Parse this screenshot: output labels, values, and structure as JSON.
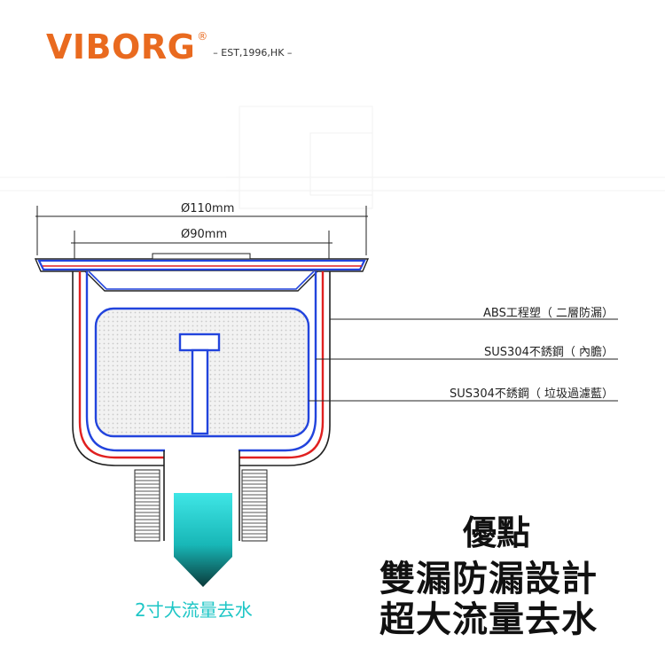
{
  "brand": {
    "name": "VIBORG",
    "registered_mark": "®",
    "established": "– EST,1996,HK –",
    "color": "#e96a1f"
  },
  "dimensions": {
    "outer": "Ø110mm",
    "inner": "Ø90mm"
  },
  "callouts": [
    "ABS工程塑（ 二層防漏）",
    "SUS304不銹鋼（ 內膽）",
    "SUS304不銹鋼（ 垃圾過濾藍）"
  ],
  "flow_label": "2寸大流量去水",
  "advantages": {
    "title": "優點",
    "lines": [
      "雙漏防漏設計",
      "超大流量去水"
    ]
  },
  "colors": {
    "outer_layer": "#e02020",
    "inner_layer": "#2244dd",
    "flow": "#1ec6c6"
  }
}
